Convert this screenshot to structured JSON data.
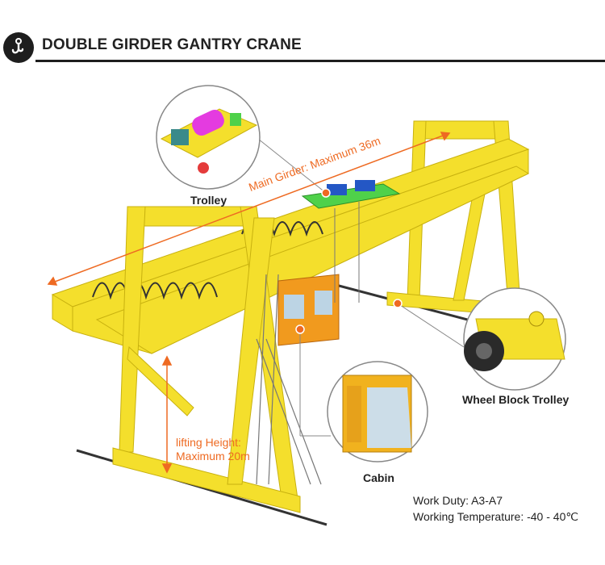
{
  "header": {
    "title": "DOUBLE GIRDER GANTRY CRANE",
    "logo_icon": "crane-hook-icon"
  },
  "callouts": {
    "trolley": "Trolley",
    "wheel_block": "Wheel Block Trolley",
    "cabin": "Cabin",
    "girder": "Main Girder: Maximum 36m",
    "lift_line1": "lifting Height:",
    "lift_line2": "Maximum 20m"
  },
  "specs": {
    "work_duty": "Work Duty: A3-A7",
    "working_temperature": "Working Temperature: -40 - 40℃"
  },
  "colors": {
    "crane_yellow": "#f4df2c",
    "crane_shadow": "#d7bf12",
    "accent_orange": "#ee6a22",
    "cabin_orange": "#f19a1e",
    "trolley_green": "#4fd14a",
    "motor_blue": "#2457c5"
  }
}
